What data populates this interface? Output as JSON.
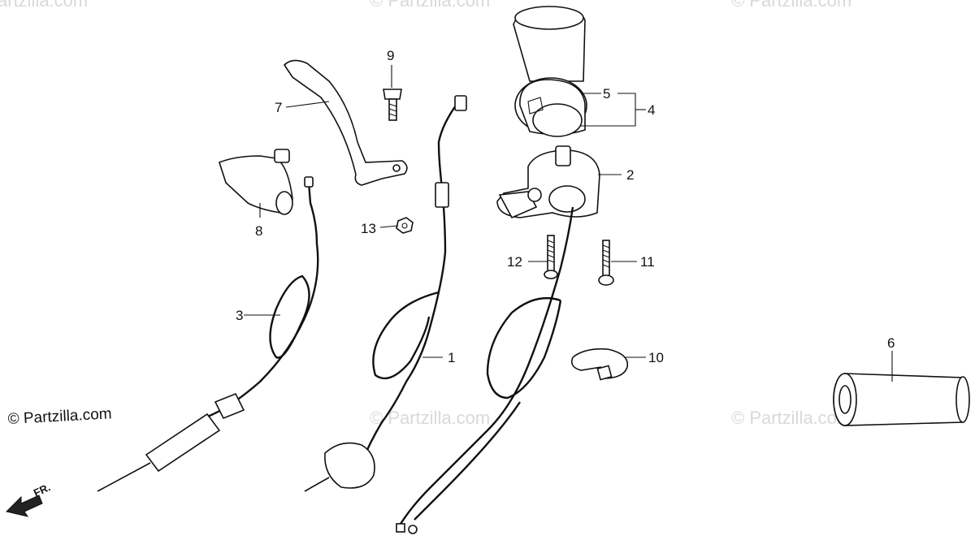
{
  "copyright_text": "© Partzilla.com",
  "watermark_text": "© Partzilla.com",
  "direction_label": "FR.",
  "callouts": {
    "c1": "1",
    "c2": "2",
    "c3": "3",
    "c4": "4",
    "c5": "5",
    "c6": "6",
    "c7": "7",
    "c8": "8",
    "c9": "9",
    "c10": "10",
    "c11": "11",
    "c12": "12",
    "c13": "13"
  }
}
